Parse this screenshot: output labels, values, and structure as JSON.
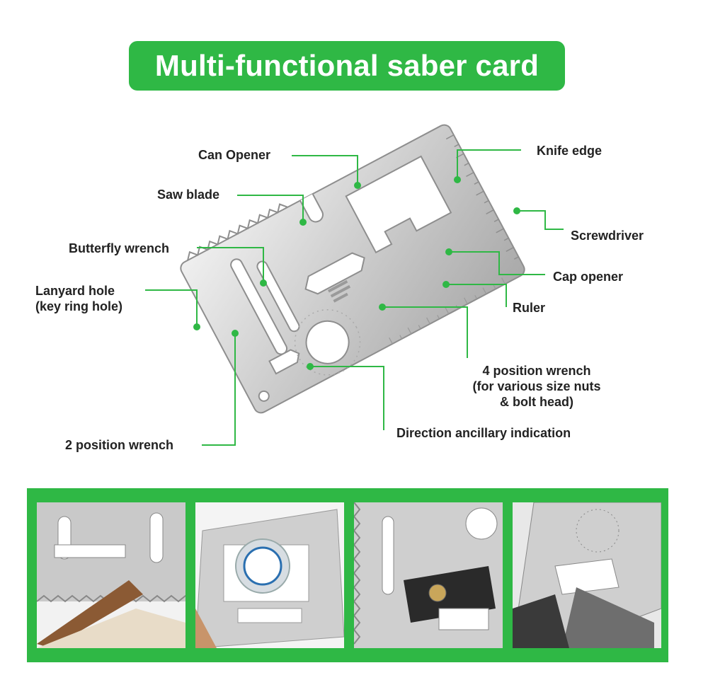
{
  "banner": {
    "title": "Multi-functional saber card"
  },
  "callouts": {
    "can_opener": "Can Opener",
    "saw_blade": "Saw blade",
    "butterfly_wrench": "Butterfly wrench",
    "lanyard_hole_line1": "Lanyard hole",
    "lanyard_hole_line2": "(key ring hole)",
    "two_position_wrench": "2 position wrench",
    "knife_edge": "Knife edge",
    "screwdriver": "Screwdriver",
    "cap_opener": "Cap opener",
    "ruler": "Ruler",
    "four_position_line1": "4 position wrench",
    "four_position_line2": "(for various size nuts",
    "four_position_line3": "& bolt head)",
    "direction_indication": "Direction ancillary indication"
  },
  "colors": {
    "accent_green": "#2fb845",
    "steel_light": "#dcdcdc",
    "steel_mid": "#b8b8b8",
    "steel_dark": "#8e8e8e",
    "text": "#222222"
  },
  "photos": [
    {
      "name": "saw-usage-photo"
    },
    {
      "name": "bottle-opener-photo"
    },
    {
      "name": "screwdriver-photo"
    },
    {
      "name": "wrench-usage-photo"
    }
  ]
}
